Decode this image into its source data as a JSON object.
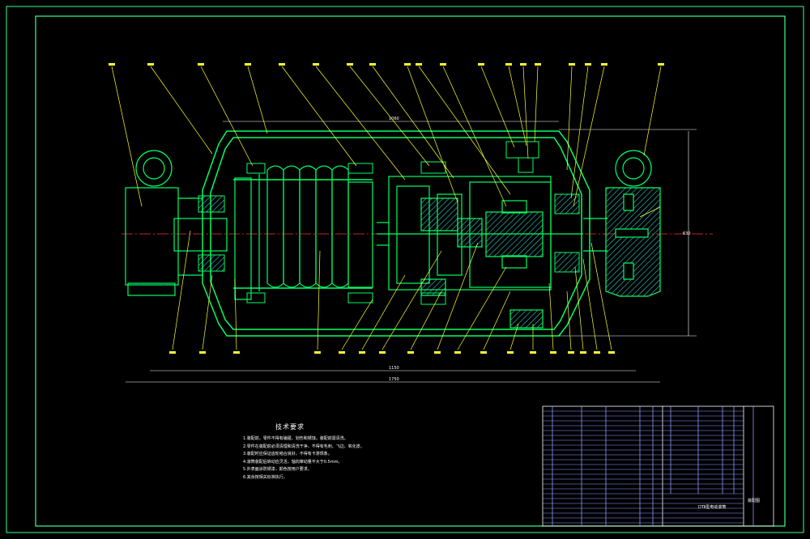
{
  "drawing": {
    "technical_requirements_title": "技术要求",
    "technical_requirements": [
      "1.装配前，零件不得有磕碰、划伤和锈蚀，装配前需清洗。",
      "2.零件在装配前必须清理和清洗干净，不得有毛刺、飞边、氧化皮。",
      "3.装配时应保证齿轮啮合良好，不得有卡滞现象。",
      "4.滚筒装配后转动应灵活，轴向窜动量不大于0.5mm。",
      "5.外表面涂防锈漆，颜色按用户要求。",
      "6.其余按相关标准执行。"
    ],
    "dimension_top": "1060",
    "dimension_mid": "1150",
    "dimension_bottom": "1750",
    "dimension_right": "630",
    "title_block_name": "DTⅡ型电动滚筒",
    "title_block_code": "装配图"
  },
  "colors": {
    "background": "#000000",
    "frame": "#3cff8c",
    "body": "#00ff66",
    "leader": "#ffff33",
    "centerline": "#ff3333",
    "hatch": "#33cccc",
    "white": "#ffffff",
    "title_block": "#8f9cff"
  }
}
